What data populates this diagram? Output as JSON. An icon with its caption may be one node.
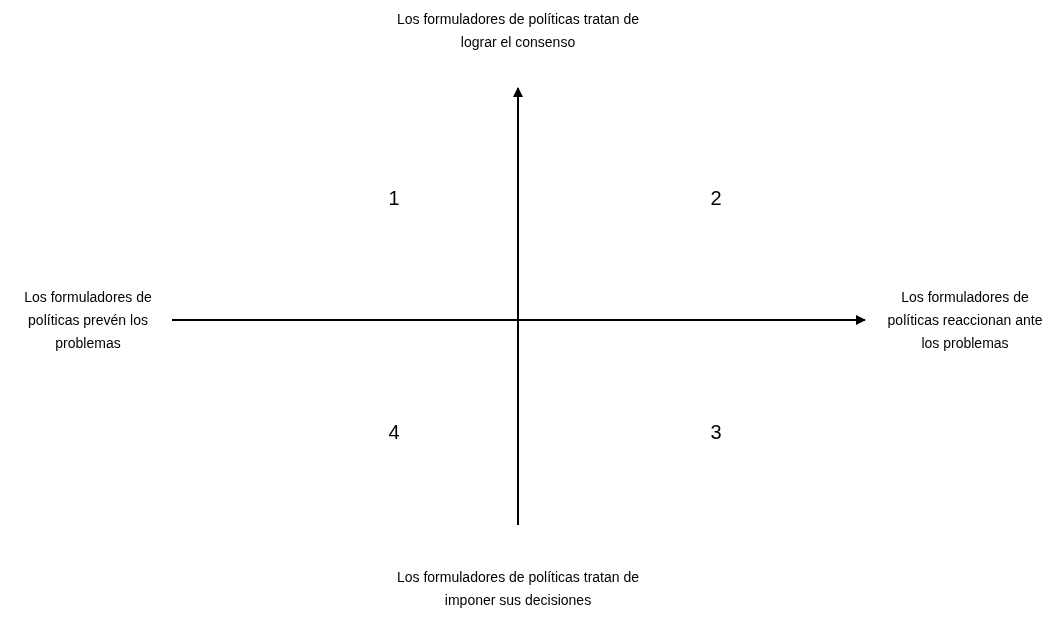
{
  "diagram": {
    "labels": [
      "Los formuladores de políticas tratan de lograr el consenso",
      "1",
      "2",
      "Los formuladores de políticas prevén los problemas",
      "Los formuladores de políticas reaccionan ante los problemas",
      "4",
      "3",
      "Los formuladores de políticas tratan de imponer sus decisiones"
    ]
  }
}
